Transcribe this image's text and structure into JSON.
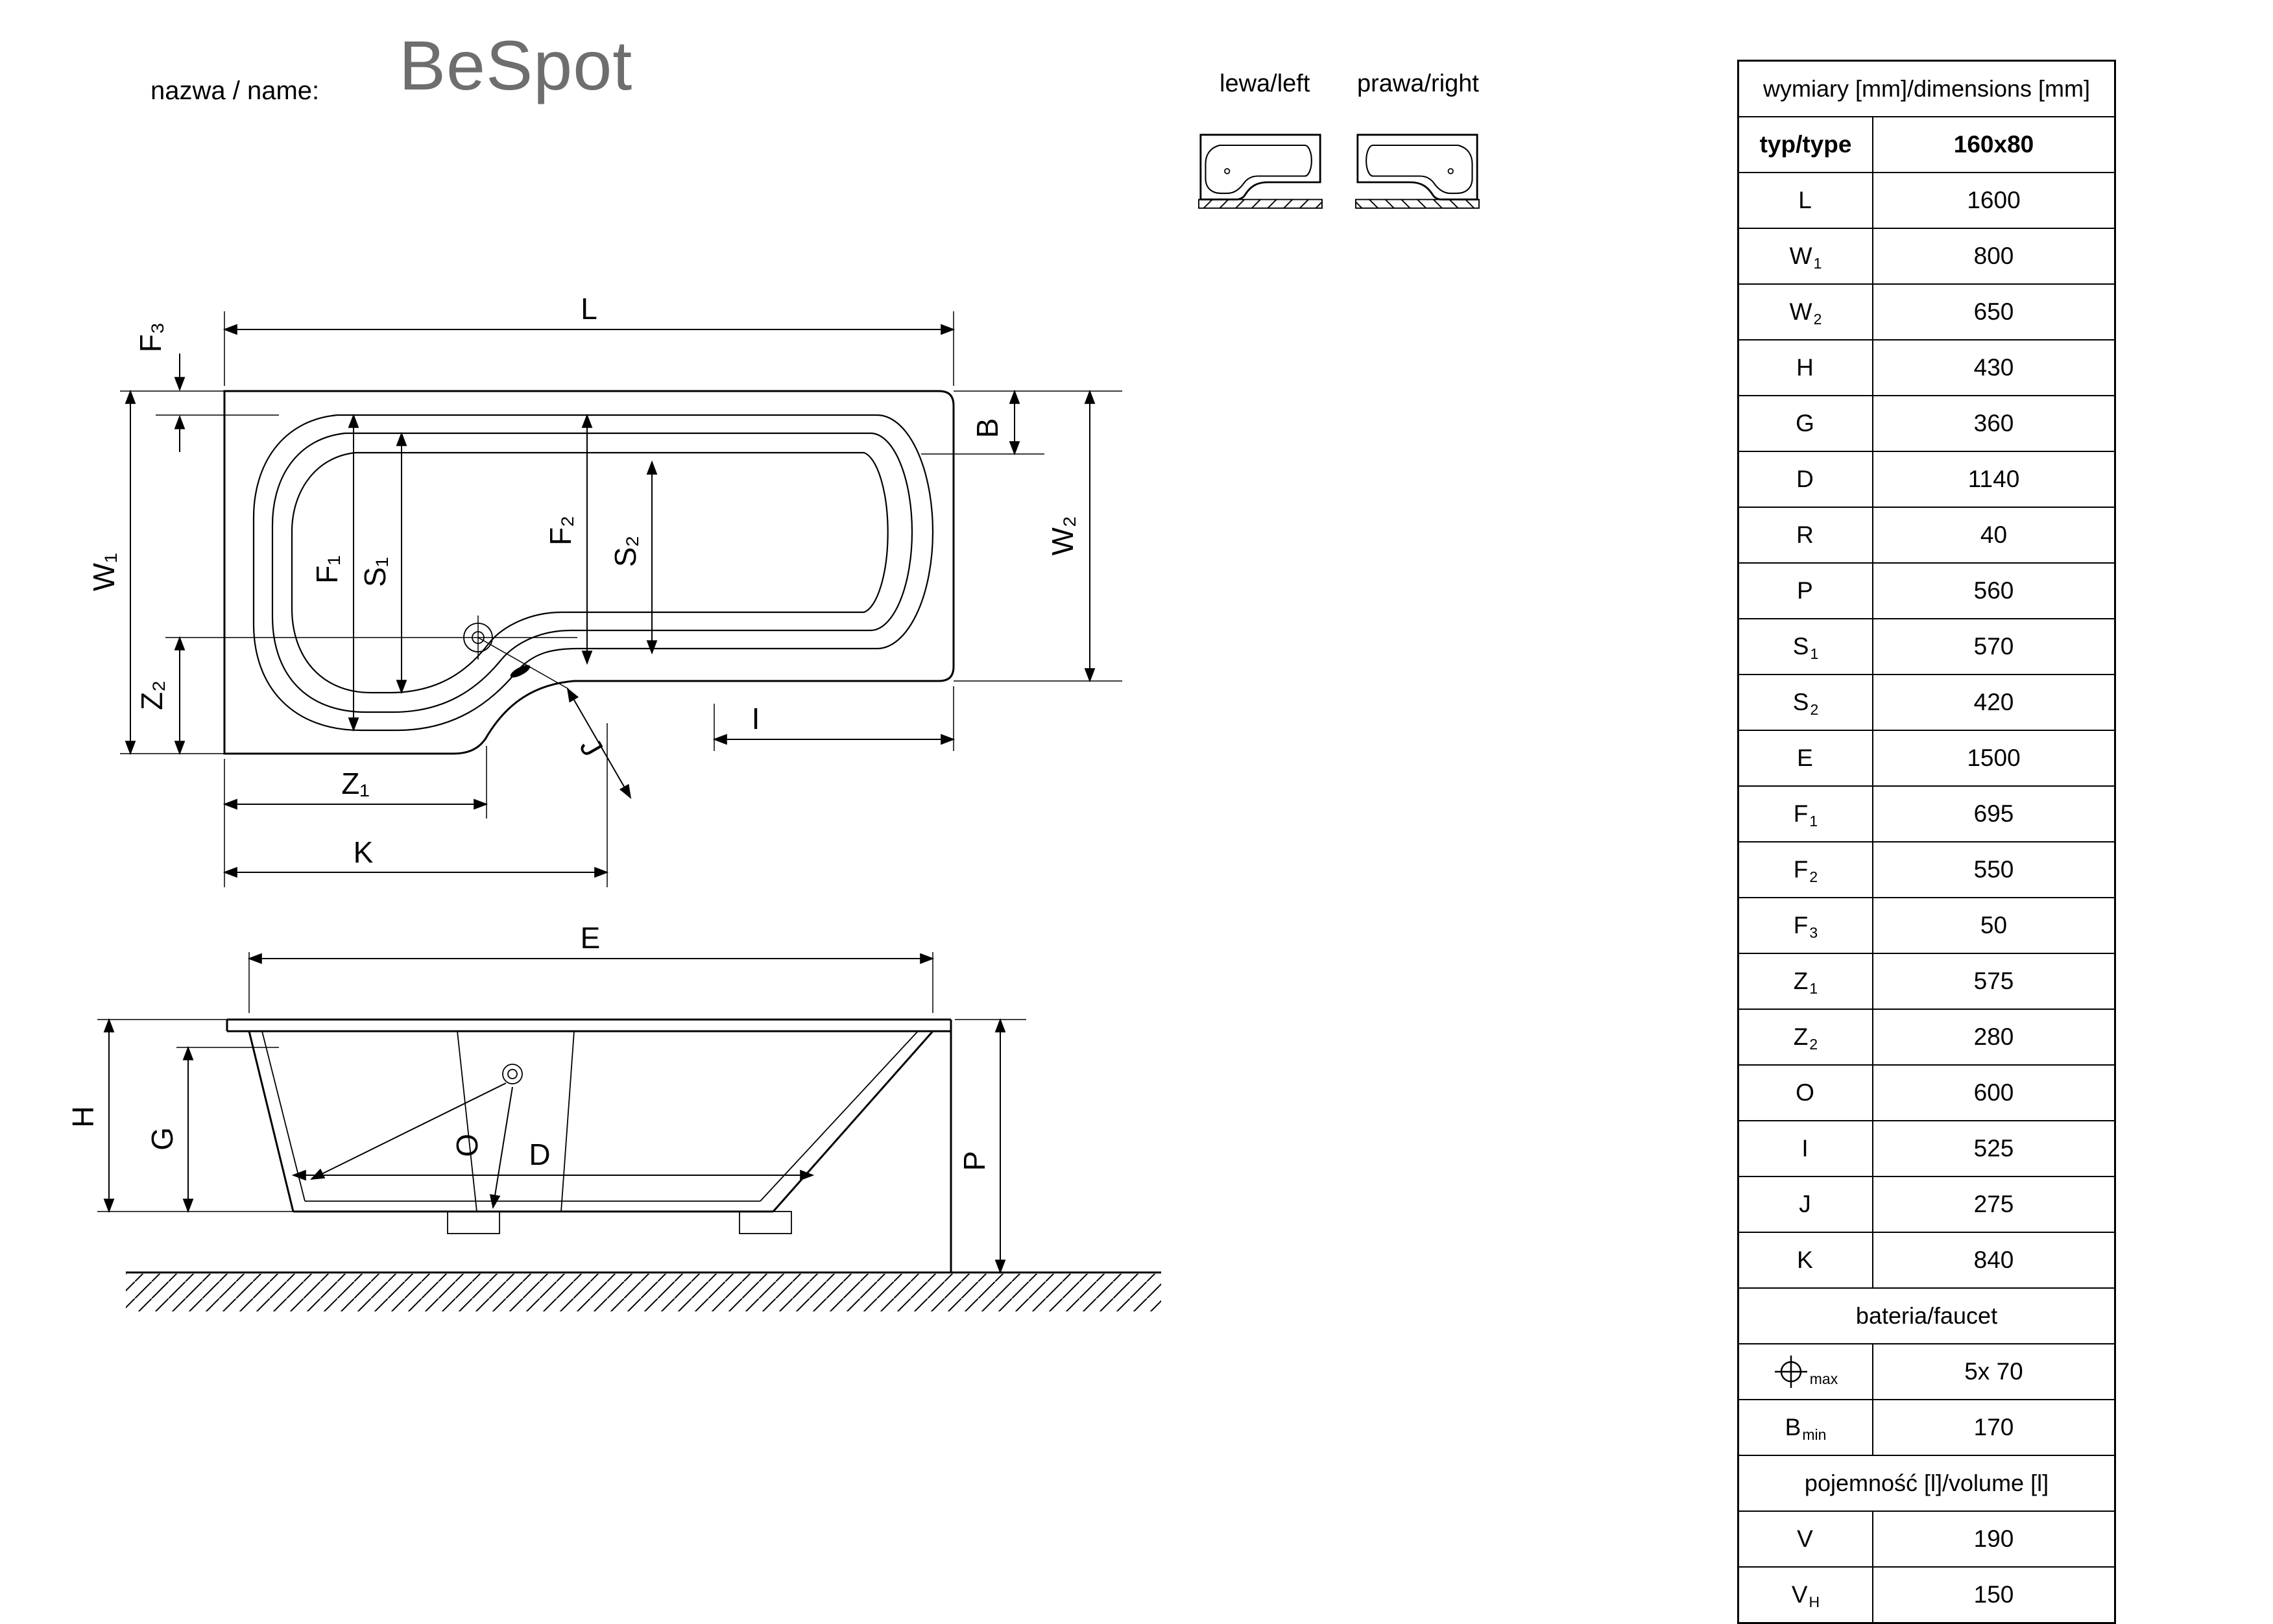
{
  "header": {
    "name_label": "nazwa / name:",
    "product_name": "BeSpot",
    "left_label": "lewa/left",
    "right_label": "prawa/right"
  },
  "table": {
    "title": "wymiary [mm]/dimensions [mm]",
    "type_label": "typ/type",
    "type_value": "160x80",
    "rows": [
      {
        "label": "L",
        "sub": "",
        "value": "1600"
      },
      {
        "label": "W",
        "sub": "1",
        "value": "800"
      },
      {
        "label": "W",
        "sub": "2",
        "value": "650"
      },
      {
        "label": "H",
        "sub": "",
        "value": "430"
      },
      {
        "label": "G",
        "sub": "",
        "value": "360"
      },
      {
        "label": "D",
        "sub": "",
        "value": "1140"
      },
      {
        "label": "R",
        "sub": "",
        "value": "40"
      },
      {
        "label": "P",
        "sub": "",
        "value": "560"
      },
      {
        "label": "S",
        "sub": "1",
        "value": "570"
      },
      {
        "label": "S",
        "sub": "2",
        "value": "420"
      },
      {
        "label": "E",
        "sub": "",
        "value": "1500"
      },
      {
        "label": "F",
        "sub": "1",
        "value": "695"
      },
      {
        "label": "F",
        "sub": "2",
        "value": "550"
      },
      {
        "label": "F",
        "sub": "3",
        "value": "50"
      },
      {
        "label": "Z",
        "sub": "1",
        "value": "575"
      },
      {
        "label": "Z",
        "sub": "2",
        "value": "280"
      },
      {
        "label": "O",
        "sub": "",
        "value": "600"
      },
      {
        "label": "I",
        "sub": "",
        "value": "525"
      },
      {
        "label": "J",
        "sub": "",
        "value": "275"
      },
      {
        "label": "K",
        "sub": "",
        "value": "840"
      }
    ],
    "faucet_section": "bateria/faucet",
    "faucet_row": {
      "sub": "max",
      "value": "5x 70"
    },
    "bmin_row": {
      "label": "B",
      "sub": "min",
      "value": "170"
    },
    "volume_section": "pojemność [l]/volume [l]",
    "volume_rows": [
      {
        "label": "V",
        "sub": "",
        "value": "190"
      },
      {
        "label": "V",
        "sub": "H",
        "value": "150"
      }
    ]
  },
  "drawing": {
    "labels": {
      "L": "L",
      "W1": "W₁",
      "W2": "W₂",
      "B": "B",
      "F3": "F₃",
      "F1": "F₁",
      "S1": "S₁",
      "F2": "F₂",
      "S2": "S₂",
      "Z1": "Z₁",
      "Z2": "Z₂",
      "K": "K",
      "I": "I",
      "J": "J",
      "E": "E",
      "H": "H",
      "G": "G",
      "O": "O",
      "D": "D",
      "P": "P"
    }
  }
}
